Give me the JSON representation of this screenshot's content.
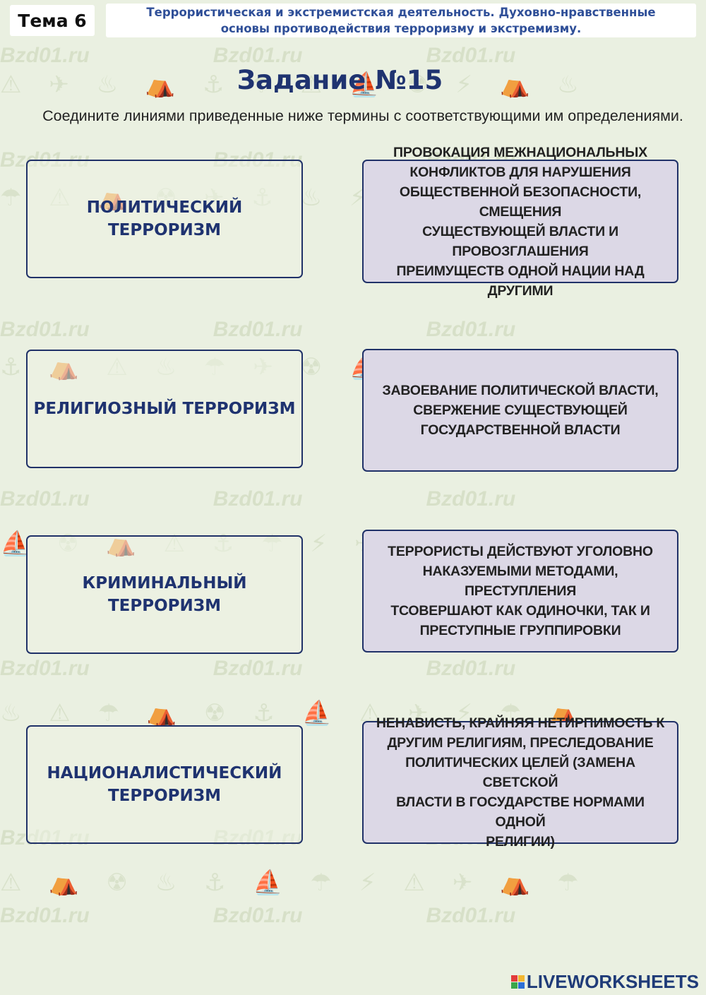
{
  "header": {
    "topic_label": "Тема 6",
    "topic_title_line1": "Террористическая и экстремистская деятельность. Духовно-нравственные",
    "topic_title_line2": "основы противодействия терроризму и экстремизму."
  },
  "task": {
    "title": "Задание №15",
    "instruction": "Соедините линиями приведенные ниже термины с соответствующими им определениями."
  },
  "terms": [
    {
      "line1": "ПОЛИТИЧЕСКИЙ ТЕРРОРИЗМ",
      "line2": ""
    },
    {
      "line1": "РЕЛИГИОЗНЫЙ ТЕРРОРИЗМ",
      "line2": ""
    },
    {
      "line1": "КРИМИНАЛЬНЫЙ",
      "line2": "ТЕРРОРИЗМ"
    },
    {
      "line1": "НАЦИОНАЛИСТИЧЕСКИЙ",
      "line2": "ТЕРРОРИЗМ"
    }
  ],
  "definitions": [
    {
      "lines": [
        "ПРОВОКАЦИЯ МЕЖНАЦИОНАЛЬНЫХ",
        "КОНФЛИКТОВ ДЛЯ НАРУШЕНИЯ",
        "ОБЩЕСТВЕННОЙ БЕЗОПАСНОСТИ, СМЕЩЕНИЯ",
        "СУЩЕСТВУЮЩЕЙ ВЛАСТИ И ПРОВОЗГЛАШЕНИЯ",
        "ПРЕИМУЩЕСТВ ОДНОЙ НАЦИИ НАД ДРУГИМИ"
      ]
    },
    {
      "lines": [
        "ЗАВОЕВАНИЕ ПОЛИТИЧЕСКОЙ ВЛАСТИ,",
        "СВЕРЖЕНИЕ СУЩЕСТВУЮЩЕЙ",
        "ГОСУДАРСТВЕННОЙ ВЛАСТИ"
      ]
    },
    {
      "lines": [
        "ТЕРРОРИСТЫ ДЕЙСТВУЮТ УГОЛОВНО",
        "НАКАЗУЕМЫМИ МЕТОДАМИ, ПРЕСТУПЛЕНИЯ",
        "ТСОВЕРШАЮТ КАК ОДИНОЧКИ, ТАК И",
        "ПРЕСТУПНЫЕ ГРУППИРОВКИ"
      ]
    },
    {
      "lines": [
        "НЕНАВИСТЬ, КРАЙНЯЯ НЕТИРПИМОСТЬ К",
        "ДРУГИМ РЕЛИГИЯМ, ПРЕСЛЕДОВАНИЕ",
        "ПОЛИТИЧЕСКИХ ЦЕЛЕЙ (ЗАМЕНА СВЕТСКОЙ",
        "ВЛАСТИ В ГОСУДАРСТВЕ НОРМАМИ ОДНОЙ",
        "РЕЛИГИИ)"
      ]
    }
  ],
  "watermark": {
    "text": "Bzd01.ru"
  },
  "footer": {
    "brand": "LIVEWORKSHEETS"
  },
  "colors": {
    "background": "#eaf0e1",
    "accent": "#1f3370",
    "definition_fill": "#dcd8e6"
  }
}
